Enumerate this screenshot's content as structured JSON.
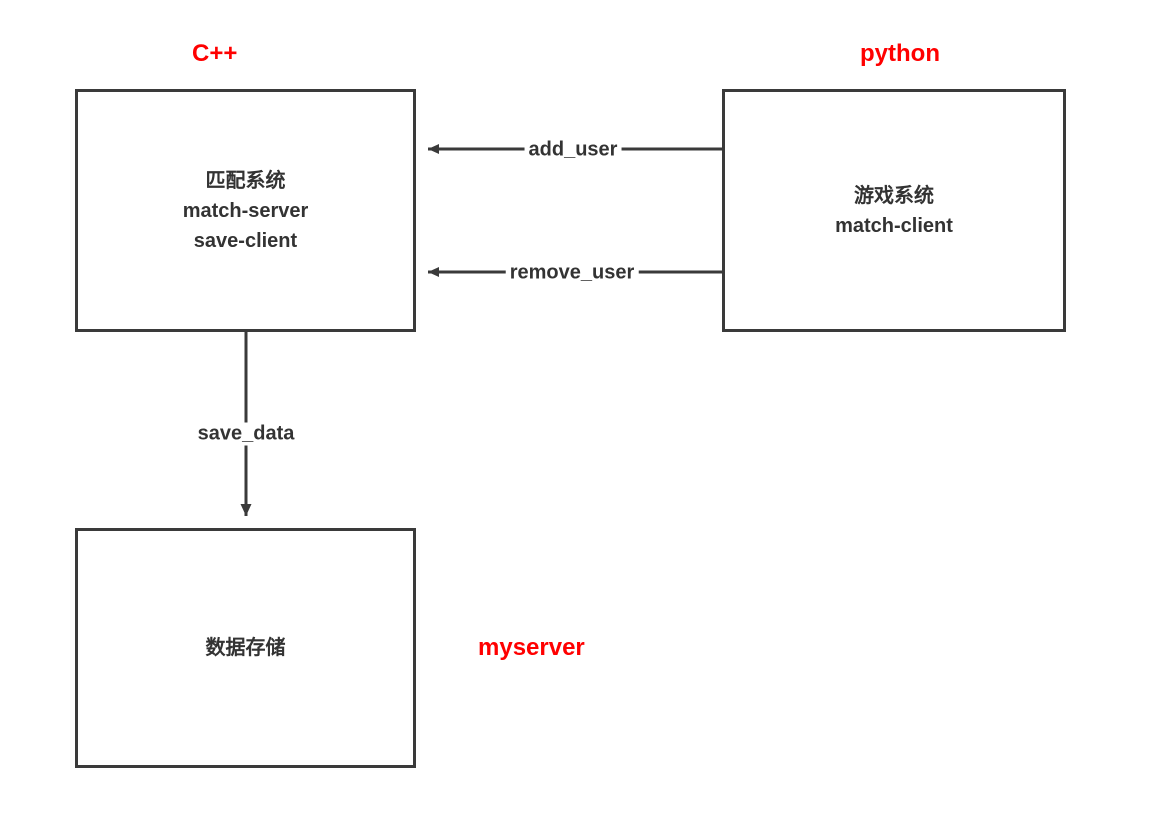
{
  "diagram": {
    "title_tags": [
      {
        "id": "cpp",
        "label": "C++",
        "color": "#ff0000"
      },
      {
        "id": "python",
        "label": "python",
        "color": "#ff0000"
      },
      {
        "id": "myserver",
        "label": "myserver",
        "color": "#ff0000"
      }
    ],
    "nodes": [
      {
        "id": "match-system",
        "text": "匹配系统\nmatch-server\nsave-client",
        "lines": [
          "匹配系统",
          "match-server",
          "save-client"
        ],
        "border_color": "#3a3a3a",
        "text_color": "#333333"
      },
      {
        "id": "game-system",
        "text": "游戏系统\nmatch-client",
        "lines": [
          "游戏系统",
          "match-client"
        ],
        "border_color": "#3a3a3a",
        "text_color": "#333333"
      },
      {
        "id": "data-store",
        "text": "数据存储",
        "lines": [
          "数据存储"
        ],
        "border_color": "#3a3a3a",
        "text_color": "#333333"
      }
    ],
    "edges": [
      {
        "id": "add-user",
        "label": "add_user",
        "from": "game-system",
        "to": "match-system",
        "direction": "left"
      },
      {
        "id": "remove-user",
        "label": "remove_user",
        "from": "game-system",
        "to": "match-system",
        "direction": "left"
      },
      {
        "id": "save-data",
        "label": "save_data",
        "from": "match-system",
        "to": "data-store",
        "direction": "down"
      }
    ]
  }
}
